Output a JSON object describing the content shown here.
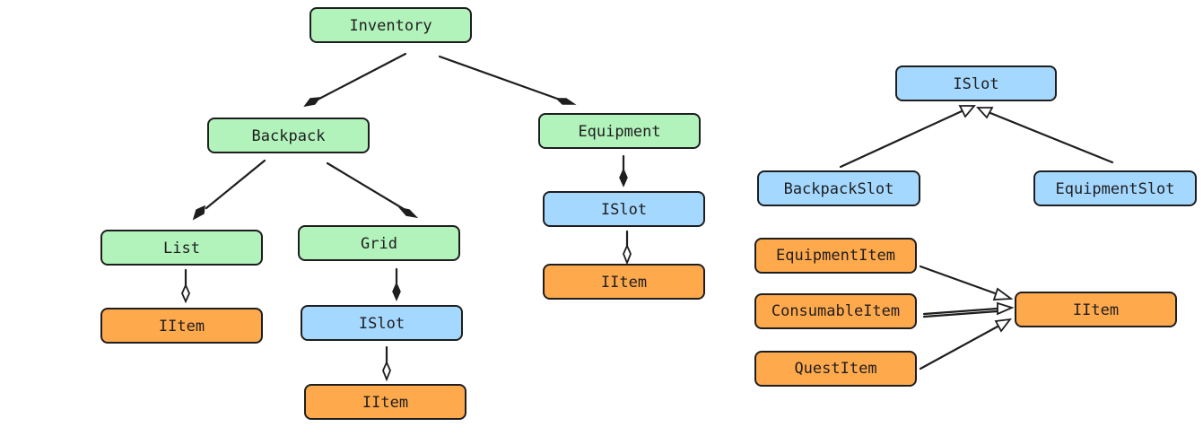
{
  "colors": {
    "green": "#b2f2bb",
    "blue": "#a5d8ff",
    "orange": "#ffa94d",
    "stroke": "#1e1e1e"
  },
  "nodes": {
    "inventory": {
      "label": "Inventory",
      "color": "green"
    },
    "backpack": {
      "label": "Backpack",
      "color": "green"
    },
    "equipment": {
      "label": "Equipment",
      "color": "green"
    },
    "list": {
      "label": "List",
      "color": "green"
    },
    "grid": {
      "label": "Grid",
      "color": "green"
    },
    "list_iitem": {
      "label": "IItem",
      "color": "orange"
    },
    "grid_islot": {
      "label": "ISlot",
      "color": "blue"
    },
    "grid_iitem": {
      "label": "IItem",
      "color": "orange"
    },
    "equip_islot": {
      "label": "ISlot",
      "color": "blue"
    },
    "equip_iitem": {
      "label": "IItem",
      "color": "orange"
    },
    "islot": {
      "label": "ISlot",
      "color": "blue"
    },
    "backpackslot": {
      "label": "BackpackSlot",
      "color": "blue"
    },
    "equipmentslot": {
      "label": "EquipmentSlot",
      "color": "blue"
    },
    "equipmentitem": {
      "label": "EquipmentItem",
      "color": "orange"
    },
    "consumableitem": {
      "label": "ConsumableItem",
      "color": "orange"
    },
    "questitem": {
      "label": "QuestItem",
      "color": "orange"
    },
    "iitem": {
      "label": "IItem",
      "color": "orange"
    }
  },
  "edges": [
    {
      "from": "inventory",
      "to": "backpack",
      "kind": "composition"
    },
    {
      "from": "inventory",
      "to": "equipment",
      "kind": "composition"
    },
    {
      "from": "backpack",
      "to": "list",
      "kind": "composition"
    },
    {
      "from": "backpack",
      "to": "grid",
      "kind": "composition"
    },
    {
      "from": "list",
      "to": "list_iitem",
      "kind": "aggregation"
    },
    {
      "from": "grid",
      "to": "grid_islot",
      "kind": "composition"
    },
    {
      "from": "grid_islot",
      "to": "grid_iitem",
      "kind": "aggregation"
    },
    {
      "from": "equipment",
      "to": "equip_islot",
      "kind": "composition"
    },
    {
      "from": "equip_islot",
      "to": "equip_iitem",
      "kind": "aggregation"
    },
    {
      "from": "backpackslot",
      "to": "islot",
      "kind": "inheritance"
    },
    {
      "from": "equipmentslot",
      "to": "islot",
      "kind": "inheritance"
    },
    {
      "from": "equipmentitem",
      "to": "iitem",
      "kind": "inheritance"
    },
    {
      "from": "consumableitem",
      "to": "iitem",
      "kind": "inheritance"
    },
    {
      "from": "questitem",
      "to": "iitem",
      "kind": "inheritance"
    }
  ]
}
